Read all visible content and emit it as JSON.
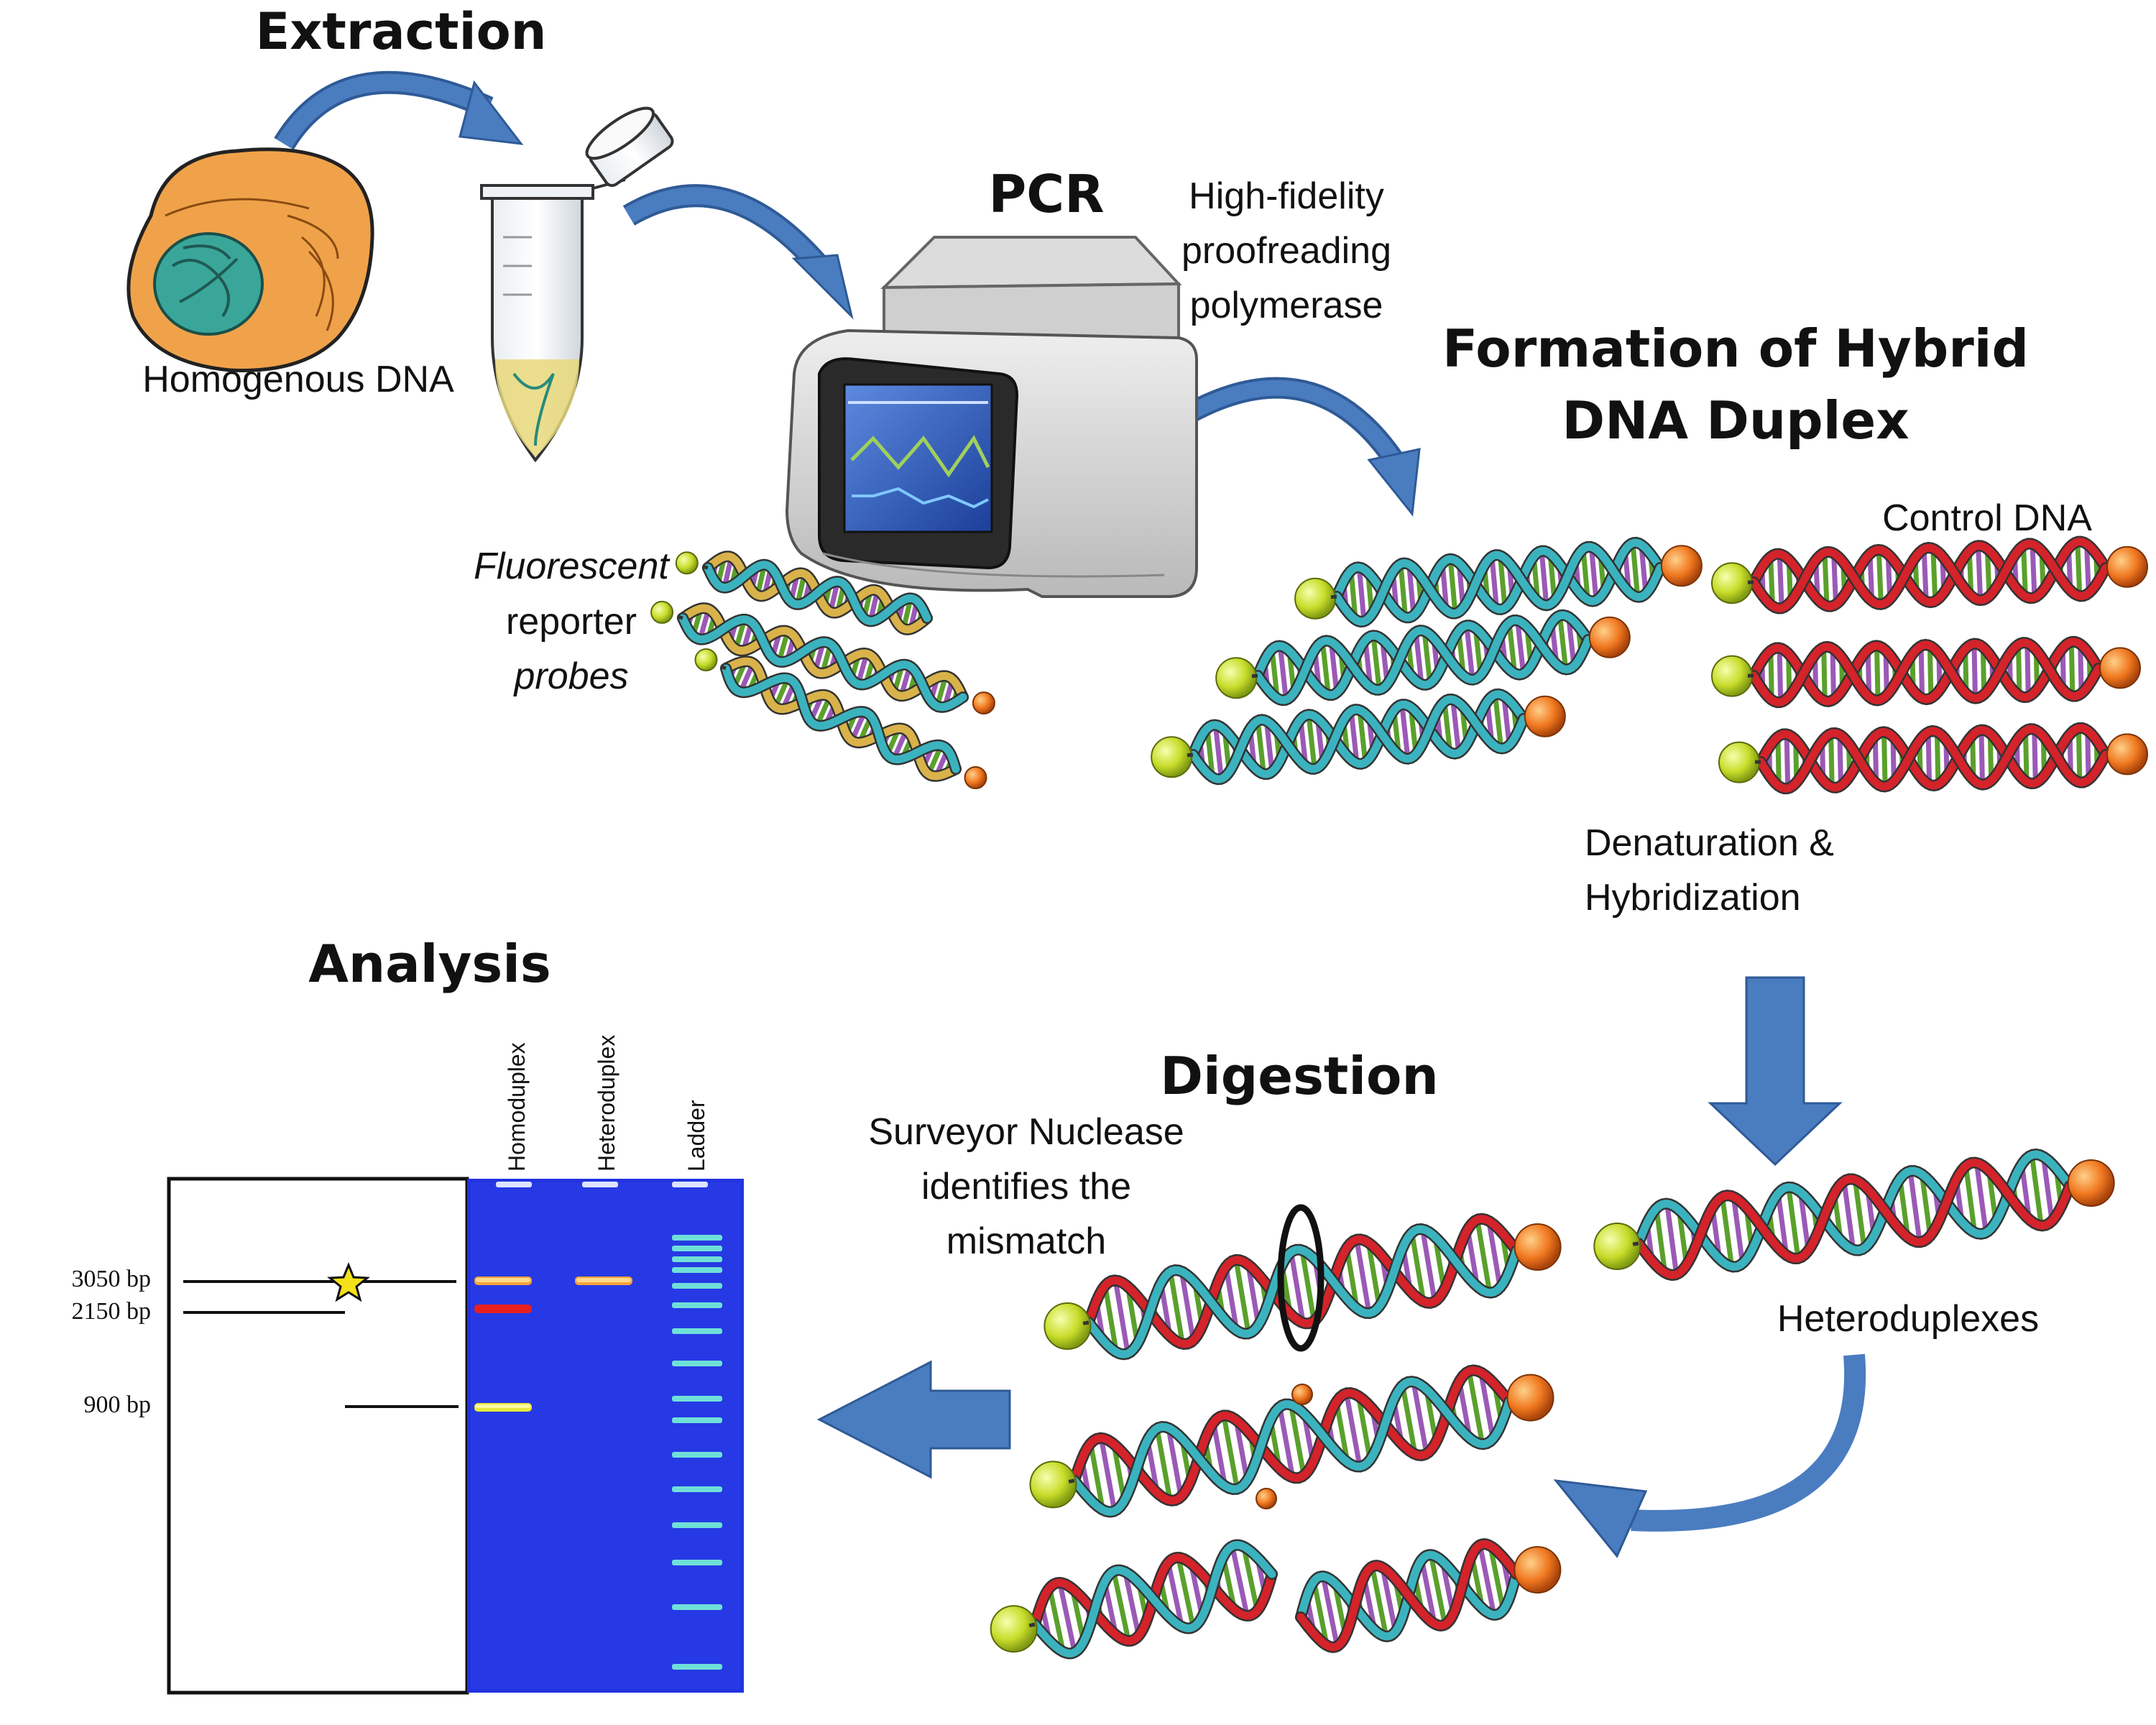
{
  "headings": {
    "extraction": "Extraction",
    "pcr": "PCR",
    "hybrid_line1": "Formation of Hybrid",
    "hybrid_line2": "DNA Duplex",
    "digestion": "Digestion",
    "analysis": "Analysis"
  },
  "labels": {
    "homogenous_dna": "Homogenous DNA",
    "polymerase_line1": "High-fidelity",
    "polymerase_line2": "proofreading",
    "polymerase_line3": "polymerase",
    "probes_line1": "Fluorescent",
    "probes_line2": "reporter",
    "probes_line3": "probes",
    "control_dna": "Control DNA",
    "denaturation_line1": "Denaturation &",
    "denaturation_line2": "Hybridization",
    "heteroduplexes": "Heteroduplexes",
    "surveyor_line1": "Surveyor Nuclease",
    "surveyor_line2": "identifies the",
    "surveyor_line3": "mismatch"
  },
  "gel": {
    "lanes": [
      "Homoduplex",
      "Heteroduplex",
      "Ladder"
    ],
    "markers": [
      "3050 bp",
      "2150 bp",
      "900 bp"
    ]
  },
  "colors": {
    "arrow_blue": "#4a7cc0",
    "cell_orange": "#f0a24a",
    "nucleus_teal": "#3aa69a",
    "strand_teal": "#3bb3bf",
    "strand_red": "#d4232a",
    "rung_purple": "#9b59b6",
    "rung_green": "#5aa02c",
    "probe_yellow": "#c8dc2a",
    "probe_orange": "#f07820",
    "gel_blue": "#2233e0"
  }
}
